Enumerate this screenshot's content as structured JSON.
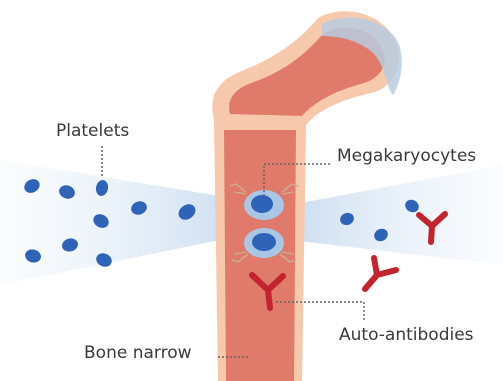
{
  "labels": {
    "platelets": "Platelets",
    "megakaryocytes": "Megakaryocytes",
    "auto_antibodies": "Auto-antibodies",
    "bone_narrow": "Bone narrow"
  },
  "colors": {
    "bone_outer": "#f6c9ad",
    "bone_marrow": "#e07a6a",
    "bone_head_cap": "#b9cde0",
    "platelet": "#2f63b8",
    "antibody": "#c3232e",
    "beam": "#c9dcf0",
    "leader": "#555555"
  }
}
